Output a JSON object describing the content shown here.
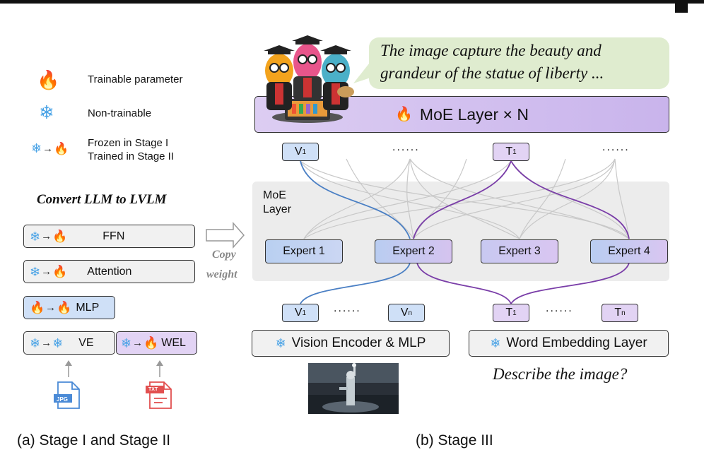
{
  "legend": {
    "trainable": "Trainable parameter",
    "non_trainable": "Non-trainable",
    "frozen_line1": "Frozen in Stage I",
    "frozen_line2": "Trained in Stage II"
  },
  "stage12": {
    "title": "Convert LLM to LVLM",
    "ffn": "FFN",
    "attention": "Attention",
    "mlp": "MLP",
    "ve": "VE",
    "wel": "WEL",
    "jpg_label": "JPG",
    "txt_label": "TXT",
    "caption": "(a) Stage I and Stage II"
  },
  "copy": {
    "line1": "Copy",
    "line2": "weight"
  },
  "stage3": {
    "output_text_line1": "The image capture the beauty and",
    "output_text_line2": "grandeur of the statue of liberty ...",
    "moe_top": "MoE Layer × N",
    "moe_label_line1": "MoE",
    "moe_label_line2": "Layer",
    "dots": "......",
    "tok_v": "V",
    "tok_t": "T",
    "sub_1": "1",
    "sub_n": "n",
    "experts": [
      "Expert 1",
      "Expert 2",
      "Expert 3",
      "Expert 4"
    ],
    "vision_encoder": "Vision Encoder & MLP",
    "word_embedding": "Word Embedding Layer",
    "question": "Describe the image?",
    "caption": "(b) Stage III"
  },
  "icons": {
    "fire": "fire-icon",
    "snow": "snowflake-icon",
    "arrow": "arrow-right-icon",
    "jpg": "jpg-file-icon",
    "txt": "txt-file-icon",
    "mascot": "llama-mascot-icon",
    "statue": "statue-of-liberty-image"
  },
  "colors": {
    "vision_path": "#4a7fc4",
    "text_path": "#7a3ea8",
    "moe_bg": "#ececec",
    "speech_bg": "#dfeccf"
  }
}
